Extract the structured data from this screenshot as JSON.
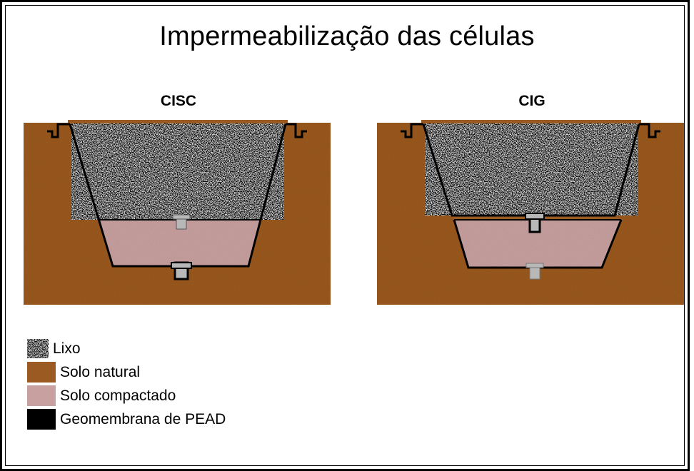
{
  "title": "Impermeabilização das células",
  "panels": {
    "cisc": {
      "label": "CISC"
    },
    "cig": {
      "label": "CIG"
    }
  },
  "legend": {
    "items": [
      {
        "label": "Lixo",
        "swatch": "noise-texture"
      },
      {
        "label": "Solo natural",
        "color": "#9b5a22"
      },
      {
        "label": "Solo compactado",
        "color": "#c9a0a0"
      },
      {
        "label": "Geomembrana de PEAD",
        "color": "#000000"
      }
    ]
  },
  "colors": {
    "natural_soil": "#9b5a22",
    "compacted_soil": "#c9a0a0",
    "geomembrane": "#000000",
    "drain": "#b8b8b8",
    "waste_light": "#eeeeee",
    "waste_dark": "#333333"
  }
}
